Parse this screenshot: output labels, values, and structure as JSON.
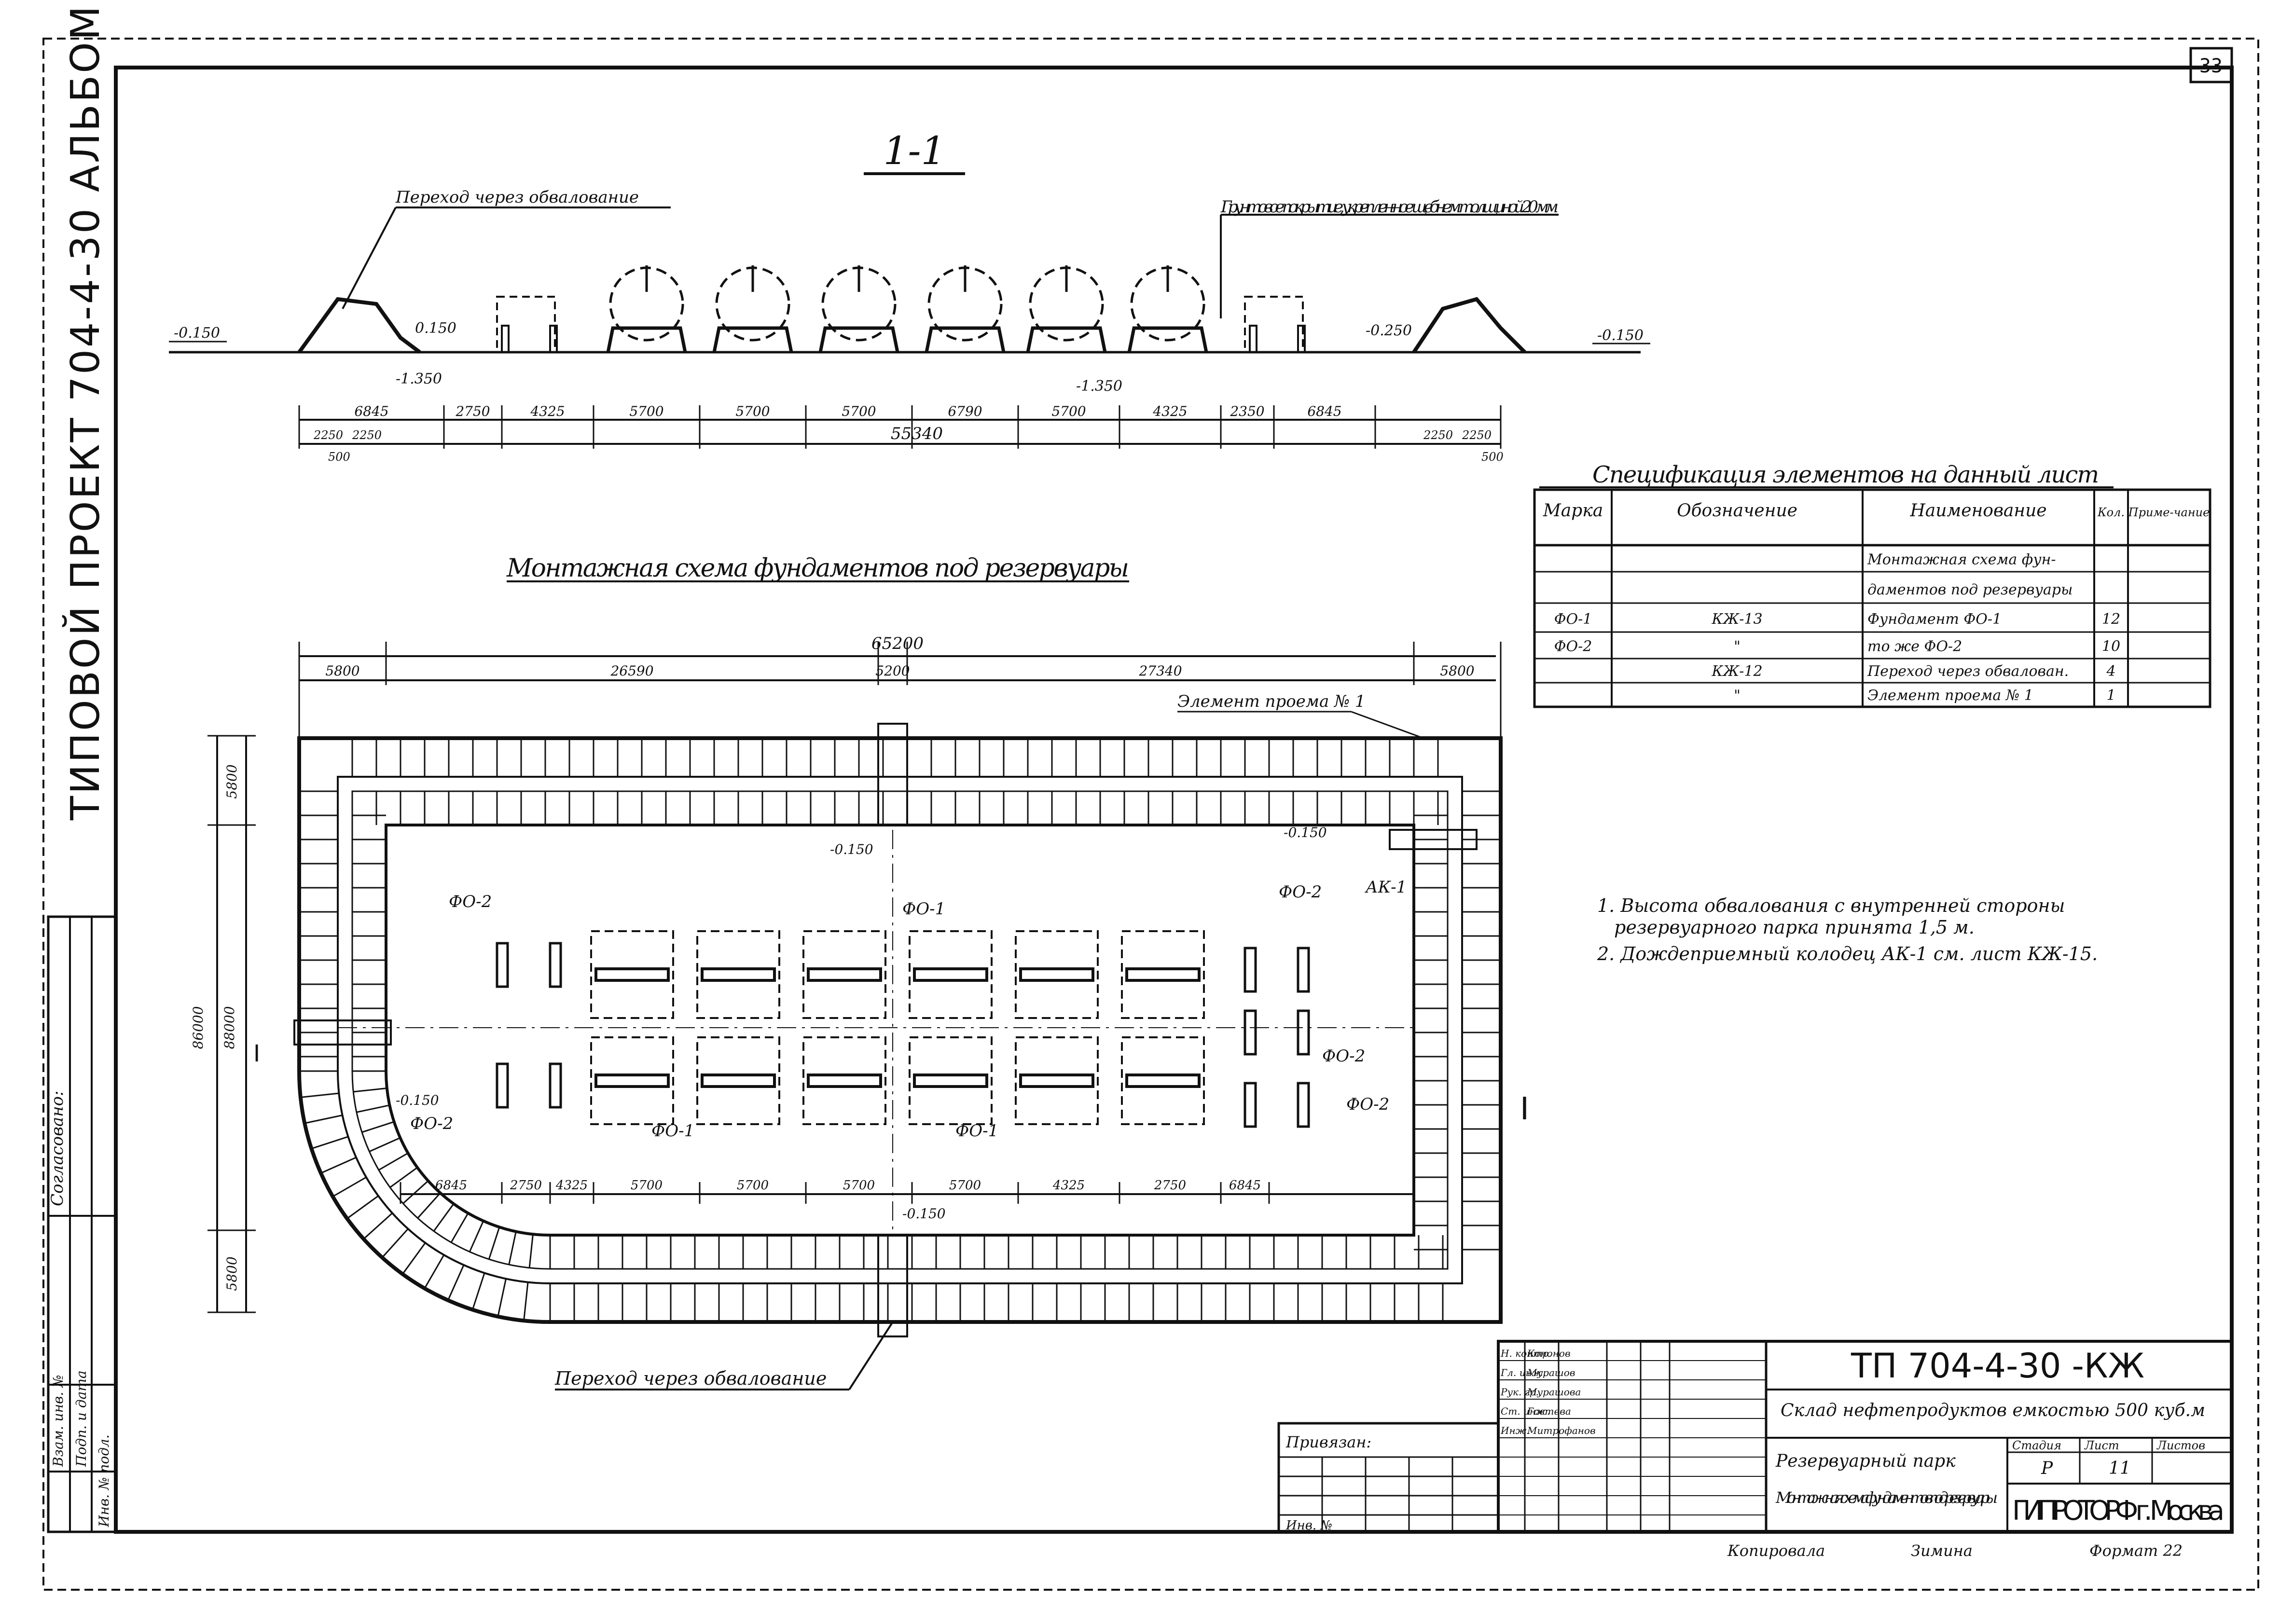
{
  "sheet": {
    "number": "33",
    "side_label": "ТИПОВОЙ ПРОЕКТ 704-4-30 АЛЬБОМ I",
    "side_stamp": [
      "Взам. инв. №",
      "Подп. и дата",
      "Инв. № подл."
    ],
    "side_agreed": "Согласовано:"
  },
  "section": {
    "title": "1-1",
    "callout_left": "Переход через обвалование",
    "callout_right": "Грунтовое покрытие, укреплен-ное щебнем толщиной 20 мм",
    "levels": [
      "-0.150",
      "0.150",
      "-1.350",
      "-1.350",
      "-0.250",
      "-0.150"
    ],
    "dims": [
      "6845",
      "2750",
      "4325",
      "5700",
      "5700",
      "5700",
      "6790",
      "5700",
      "4325",
      "2350",
      "6845"
    ],
    "dims_small": [
      "2250",
      "2250",
      "500",
      "2250",
      "2250",
      "500"
    ],
    "total": "55340"
  },
  "plan": {
    "title": "Монтажная схема фундаментов под резервуары",
    "total_width": "65200",
    "top_dims": [
      "5800",
      "26590",
      "5200",
      "27340",
      "5800"
    ],
    "left_dims": [
      "5800",
      "86000",
      "88000",
      "5800"
    ],
    "bottom_dims": [
      "6845",
      "2750",
      "4325",
      "5700",
      "5700",
      "5700",
      "5700",
      "4325",
      "2750",
      "6845"
    ],
    "labels": {
      "fo1_top": "ФО-1",
      "fo2_left_top": "ФО-2",
      "fo2_right_top": "ФО-2",
      "ak1": "АК-1",
      "fo2_left_bot": "ФО-2",
      "fo1_bot_a": "ФО-1",
      "fo1_bot_b": "ФО-1",
      "fo2_right_mid": "ФО-2",
      "fo2_right_bot": "ФО-2",
      "element_callout": "Элемент проема № 1",
      "crossing_callout": "Переход через обвалование",
      "level_a": "-0.150",
      "level_b": "-0.150",
      "level_c": "-0.150",
      "level_d": "-0.150",
      "marker_left": "I",
      "marker_right": "I"
    }
  },
  "spec": {
    "title": "Спецификация элементов на данный лист",
    "headers": [
      "Марка",
      "Обозначение",
      "Наименование",
      "Кол.",
      "Приме-чание"
    ],
    "rows": [
      [
        "",
        "",
        "Монтажная схема фун-",
        "",
        ""
      ],
      [
        "",
        "",
        "даментов под резервуары",
        "",
        ""
      ],
      [
        "ФО-1",
        "КЖ-13",
        "Фундамент ФО-1",
        "12",
        ""
      ],
      [
        "ФО-2",
        "\"",
        "то же ФО-2",
        "10",
        ""
      ],
      [
        "",
        "КЖ-12",
        "Переход через обвалован.",
        "4",
        ""
      ],
      [
        "",
        "\"",
        "Элемент проема № 1",
        "1",
        ""
      ]
    ]
  },
  "notes": [
    "1. Высота обвалования с внутренней стороны",
    "резервуарного парка принята 1,5 м.",
    "2. Дождеприемный колодец АК-1 см. лист КЖ-15."
  ],
  "title_block": {
    "code": "ТП 704-4-30 -КЖ",
    "object": "Склад нефтепродуктов емкостью 500 куб.м",
    "section": "Резервуарный парк",
    "sheet_name": "Монтажная схема фундаментов под резервуары",
    "stage_header": [
      "Стадия",
      "Лист",
      "Листов"
    ],
    "stage_values": [
      "Р",
      "11",
      ""
    ],
    "org": "ГИПРОТОРФ г. Москва",
    "bound": "Привязан:",
    "inv": "Инв. №",
    "staff_roles": [
      "Н. контр.",
      "Гл. инж.",
      "Рук. гр.",
      "Ст. инж.",
      "Инж."
    ],
    "staff_names": [
      "Кононов",
      "Мурашов",
      "Мурашова",
      "Гостева",
      "Митрофанов"
    ],
    "copied": "Копировала",
    "copier": "Зимина",
    "format": "Формат 22"
  }
}
